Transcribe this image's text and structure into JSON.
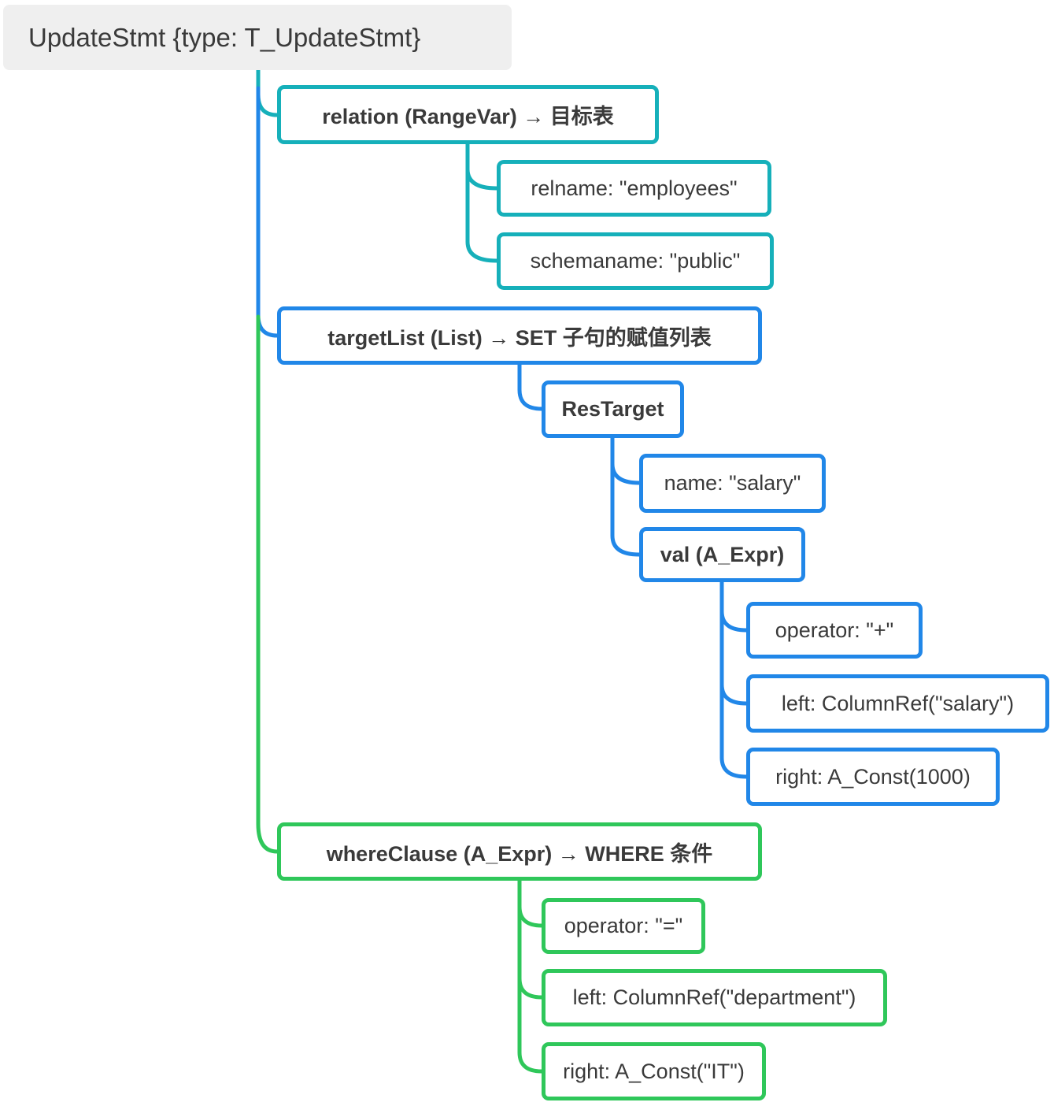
{
  "colors": {
    "teal": "#16B0BA",
    "blue": "#2187E8",
    "green": "#2FC75A",
    "root_bg": "#EFEFEF",
    "text": "#3A3A3A"
  },
  "nodes": {
    "root": {
      "label": "UpdateStmt {type: T_UpdateStmt}"
    },
    "relation": {
      "label": "relation (RangeVar) → 目标表"
    },
    "relname": {
      "label": "relname: \"employees\""
    },
    "schemaname": {
      "label": "schemaname: \"public\""
    },
    "targetList": {
      "label": "targetList (List) → SET 子句的赋值列表"
    },
    "resTarget": {
      "label": "ResTarget"
    },
    "resName": {
      "label": "name: \"salary\""
    },
    "val": {
      "label": "val (A_Expr)"
    },
    "valOperator": {
      "label": "operator: \"+\""
    },
    "valLeft": {
      "label": "left: ColumnRef(\"salary\")"
    },
    "valRight": {
      "label": "right: A_Const(1000)"
    },
    "whereClause": {
      "label": "whereClause (A_Expr) → WHERE 条件"
    },
    "whereOperator": {
      "label": "operator: \"=\""
    },
    "whereLeft": {
      "label": "left: ColumnRef(\"department\")"
    },
    "whereRight": {
      "label": "right: A_Const(\"IT\")"
    }
  }
}
